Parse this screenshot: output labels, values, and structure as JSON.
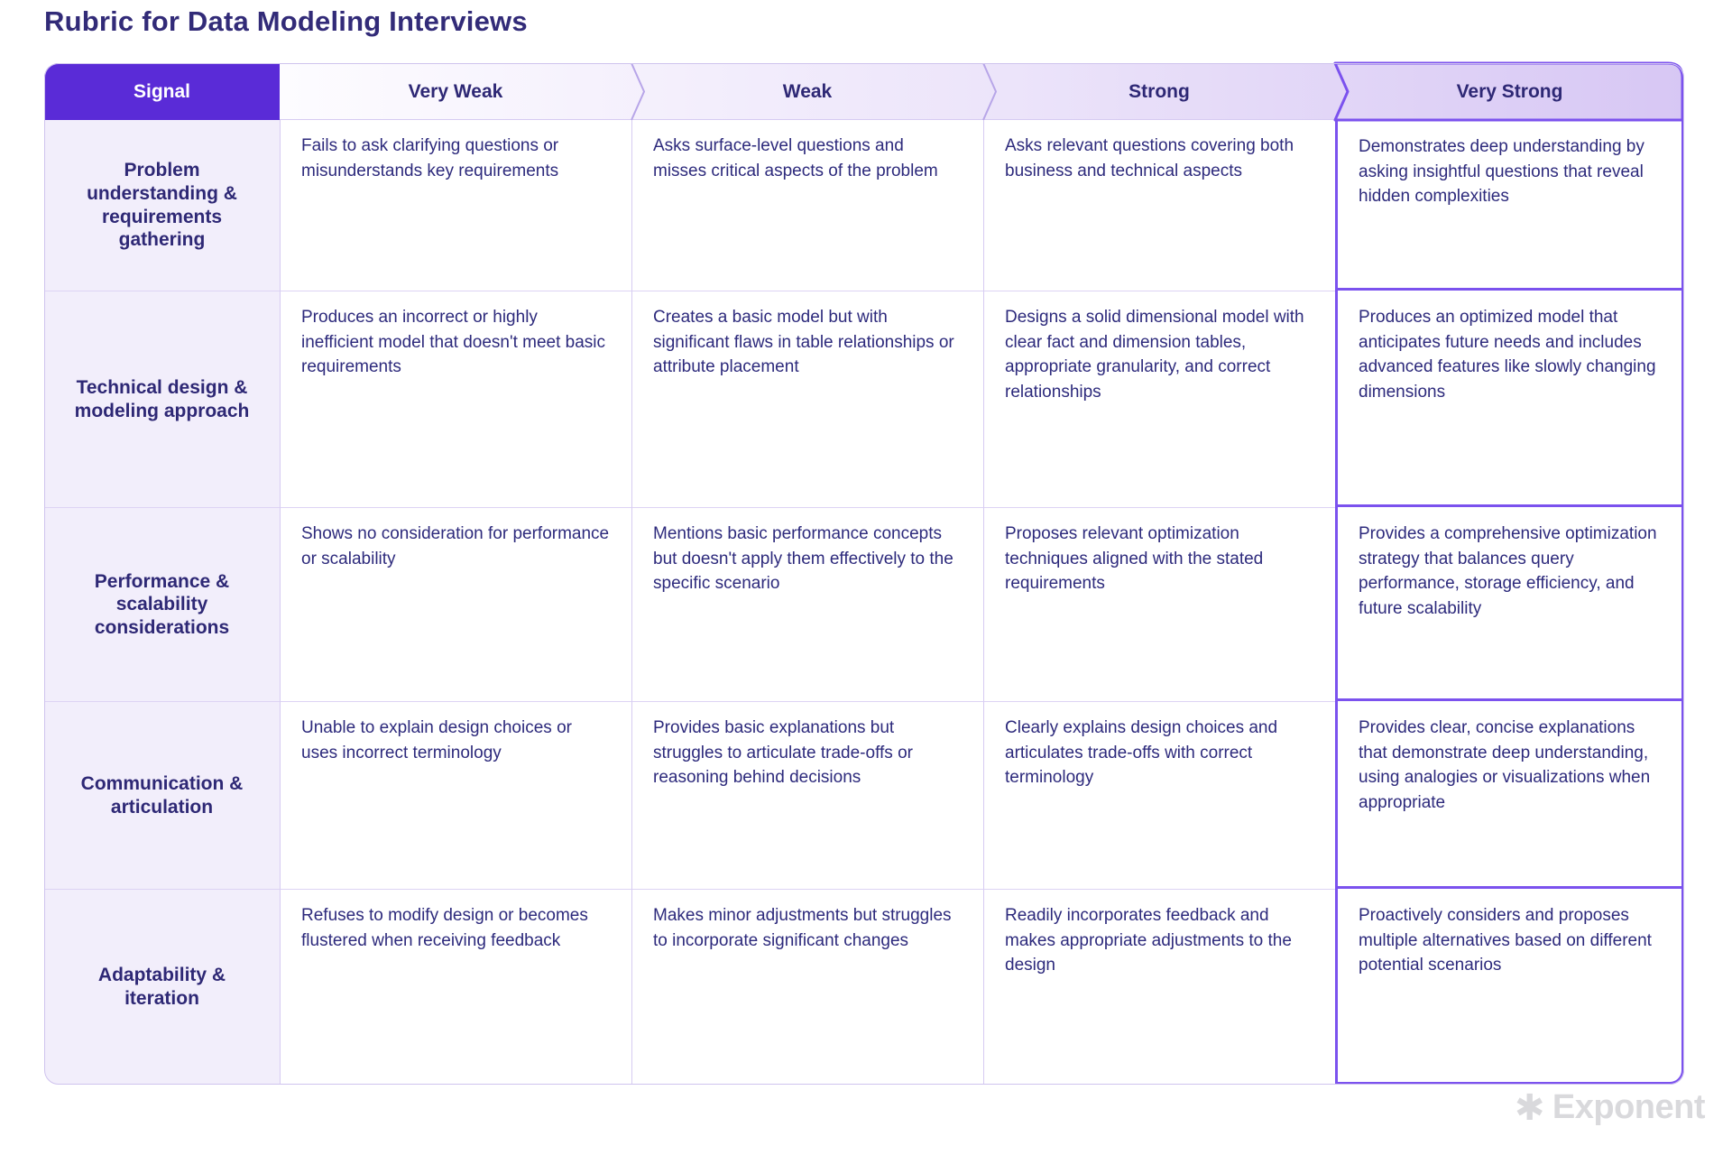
{
  "title": "Rubric for Data Modeling Interviews",
  "logo": {
    "star": "✱",
    "text": "Exponent"
  },
  "colors": {
    "signal_header_bg": "#5a2bd7",
    "highlight_border": "#7b52ee",
    "grid_border": "#d6cbf2",
    "header_gradient_start": "#fdfcff",
    "header_gradient_end": "#d7c7f4",
    "signal_column_bg": "#f2eefb",
    "text_dark": "#2d2a7c",
    "logo_gray": "#d9d9dc"
  },
  "table": {
    "columns": [
      {
        "label": "Signal"
      },
      {
        "label": "Very Weak"
      },
      {
        "label": "Weak"
      },
      {
        "label": "Strong"
      },
      {
        "label": "Very Strong"
      }
    ],
    "highlighted_column": "Very Strong",
    "rows": [
      {
        "signal": "Problem understanding & requirements gathering",
        "very_weak": "Fails to ask clarifying questions or misunderstands key requirements",
        "weak": "Asks surface-level questions and misses critical aspects of the problem",
        "strong": "Asks relevant questions covering both business and technical aspects",
        "very_strong": "Demonstrates deep understanding by asking insightful questions that reveal hidden complexities"
      },
      {
        "signal": "Technical design & modeling approach",
        "very_weak": "Produces an incorrect or highly inefficient model that doesn't meet basic requirements",
        "weak": "Creates a basic model but with significant flaws in table relationships or attribute placement",
        "strong": "Designs a solid dimensional model with clear fact and dimension tables, appropriate granularity, and correct relationships",
        "very_strong": "Produces an optimized model that anticipates future needs and includes advanced features like slowly changing dimensions"
      },
      {
        "signal": "Performance & scalability considerations",
        "very_weak": "Shows no consideration for performance or scalability",
        "weak": "Mentions basic performance concepts but doesn't apply them effectively to the specific scenario",
        "strong": "Proposes relevant optimization techniques aligned with the stated requirements",
        "very_strong": "Provides a comprehensive optimization strategy that balances query performance, storage efficiency, and future scalability"
      },
      {
        "signal": "Communication & articulation",
        "very_weak": "Unable to explain design choices or uses incorrect terminology",
        "weak": "Provides basic explanations but struggles to articulate trade-offs or reasoning behind decisions",
        "strong": "Clearly explains design choices and articulates trade-offs with correct terminology",
        "very_strong": "Provides clear, concise explanations that demonstrate deep understanding, using analogies or visualizations when appropriate"
      },
      {
        "signal": "Adaptability & iteration",
        "very_weak": "Refuses to modify design or becomes flustered when receiving feedback",
        "weak": "Makes minor adjustments but struggles to incorporate significant changes",
        "strong": "Readily incorporates feedback and makes appropriate adjustments to the design",
        "very_strong": "Proactively considers and proposes multiple alternatives based on different potential scenarios"
      }
    ]
  }
}
